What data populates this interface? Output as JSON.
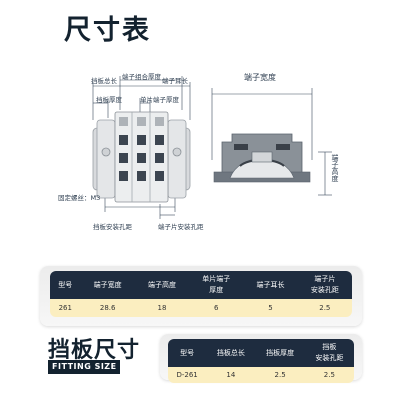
{
  "title": "尺寸表",
  "left_diagram": {
    "labels": {
      "baffle_total_length": "挡板总长",
      "terminal_combined_thickness": "端子组合厚度",
      "terminal_ear_length": "端子耳长",
      "baffle_thickness": "挡板厚度",
      "single_terminal_thickness": "单片端子厚度",
      "fixing_screw": "固定螺丝：M3",
      "baffle_hole_spacing": "挡板安装孔距",
      "terminal_hole_spacing": "端子片安装孔距"
    }
  },
  "right_diagram": {
    "labels": {
      "terminal_width": "端子宽度",
      "terminal_height": "端子高度"
    }
  },
  "spec_table": {
    "headers": [
      "型号",
      "端子宽度",
      "端子高度",
      "单片端子\n厚度",
      "端子耳长",
      "端子片\n安装孔距"
    ],
    "rows": [
      [
        "261",
        "28.6",
        "18",
        "6",
        "5",
        "2.5"
      ]
    ]
  },
  "fitting": {
    "title": "挡板尺寸",
    "subtitle": "FITTING SIZE",
    "headers": [
      "型号",
      "挡板总长",
      "挡板厚度",
      "挡板\n安装孔距"
    ],
    "rows": [
      [
        "D-261",
        "14",
        "2.5",
        "2.5"
      ]
    ]
  },
  "colors": {
    "header_bg": "#1e2c3f",
    "cell_bg": "#fbeec0",
    "dimension_line": "#3a4a5c"
  }
}
